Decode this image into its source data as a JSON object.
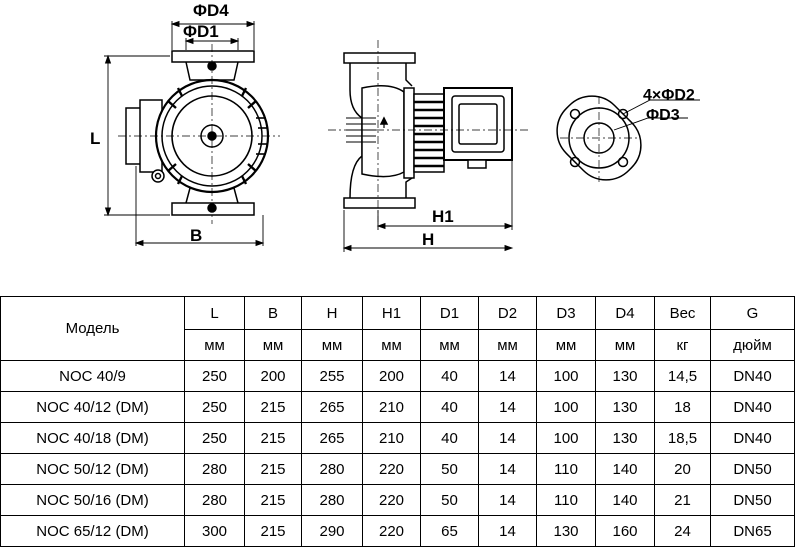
{
  "drawing": {
    "labels": {
      "d4": "ΦD4",
      "d1": "ΦD1",
      "l": "L",
      "b": "B",
      "h1": "H1",
      "h": "H",
      "d2": "4×ΦD2",
      "d3": "ΦD3"
    }
  },
  "table": {
    "model_header": "Модель",
    "columns": [
      {
        "name": "L",
        "unit": "мм"
      },
      {
        "name": "B",
        "unit": "мм"
      },
      {
        "name": "H",
        "unit": "мм"
      },
      {
        "name": "H1",
        "unit": "мм"
      },
      {
        "name": "D1",
        "unit": "мм"
      },
      {
        "name": "D2",
        "unit": "мм"
      },
      {
        "name": "D3",
        "unit": "мм"
      },
      {
        "name": "D4",
        "unit": "мм"
      },
      {
        "name": "Вес",
        "unit": "кг"
      },
      {
        "name": "G",
        "unit": "дюйм"
      }
    ],
    "rows": [
      {
        "model": "NOC 40/9",
        "values": [
          "250",
          "200",
          "255",
          "200",
          "40",
          "14",
          "100",
          "130",
          "14,5",
          "DN40"
        ]
      },
      {
        "model": "NOC 40/12 (DM)",
        "values": [
          "250",
          "215",
          "265",
          "210",
          "40",
          "14",
          "100",
          "130",
          "18",
          "DN40"
        ]
      },
      {
        "model": "NOC 40/18 (DM)",
        "values": [
          "250",
          "215",
          "265",
          "210",
          "40",
          "14",
          "100",
          "130",
          "18,5",
          "DN40"
        ]
      },
      {
        "model": "NOC 50/12 (DM)",
        "values": [
          "280",
          "215",
          "280",
          "220",
          "50",
          "14",
          "110",
          "140",
          "20",
          "DN50"
        ]
      },
      {
        "model": "NOC 50/16 (DM)",
        "values": [
          "280",
          "215",
          "280",
          "220",
          "50",
          "14",
          "110",
          "140",
          "21",
          "DN50"
        ]
      },
      {
        "model": "NOC 65/12 (DM)",
        "values": [
          "300",
          "215",
          "290",
          "220",
          "65",
          "14",
          "130",
          "160",
          "24",
          "DN65"
        ]
      }
    ]
  }
}
